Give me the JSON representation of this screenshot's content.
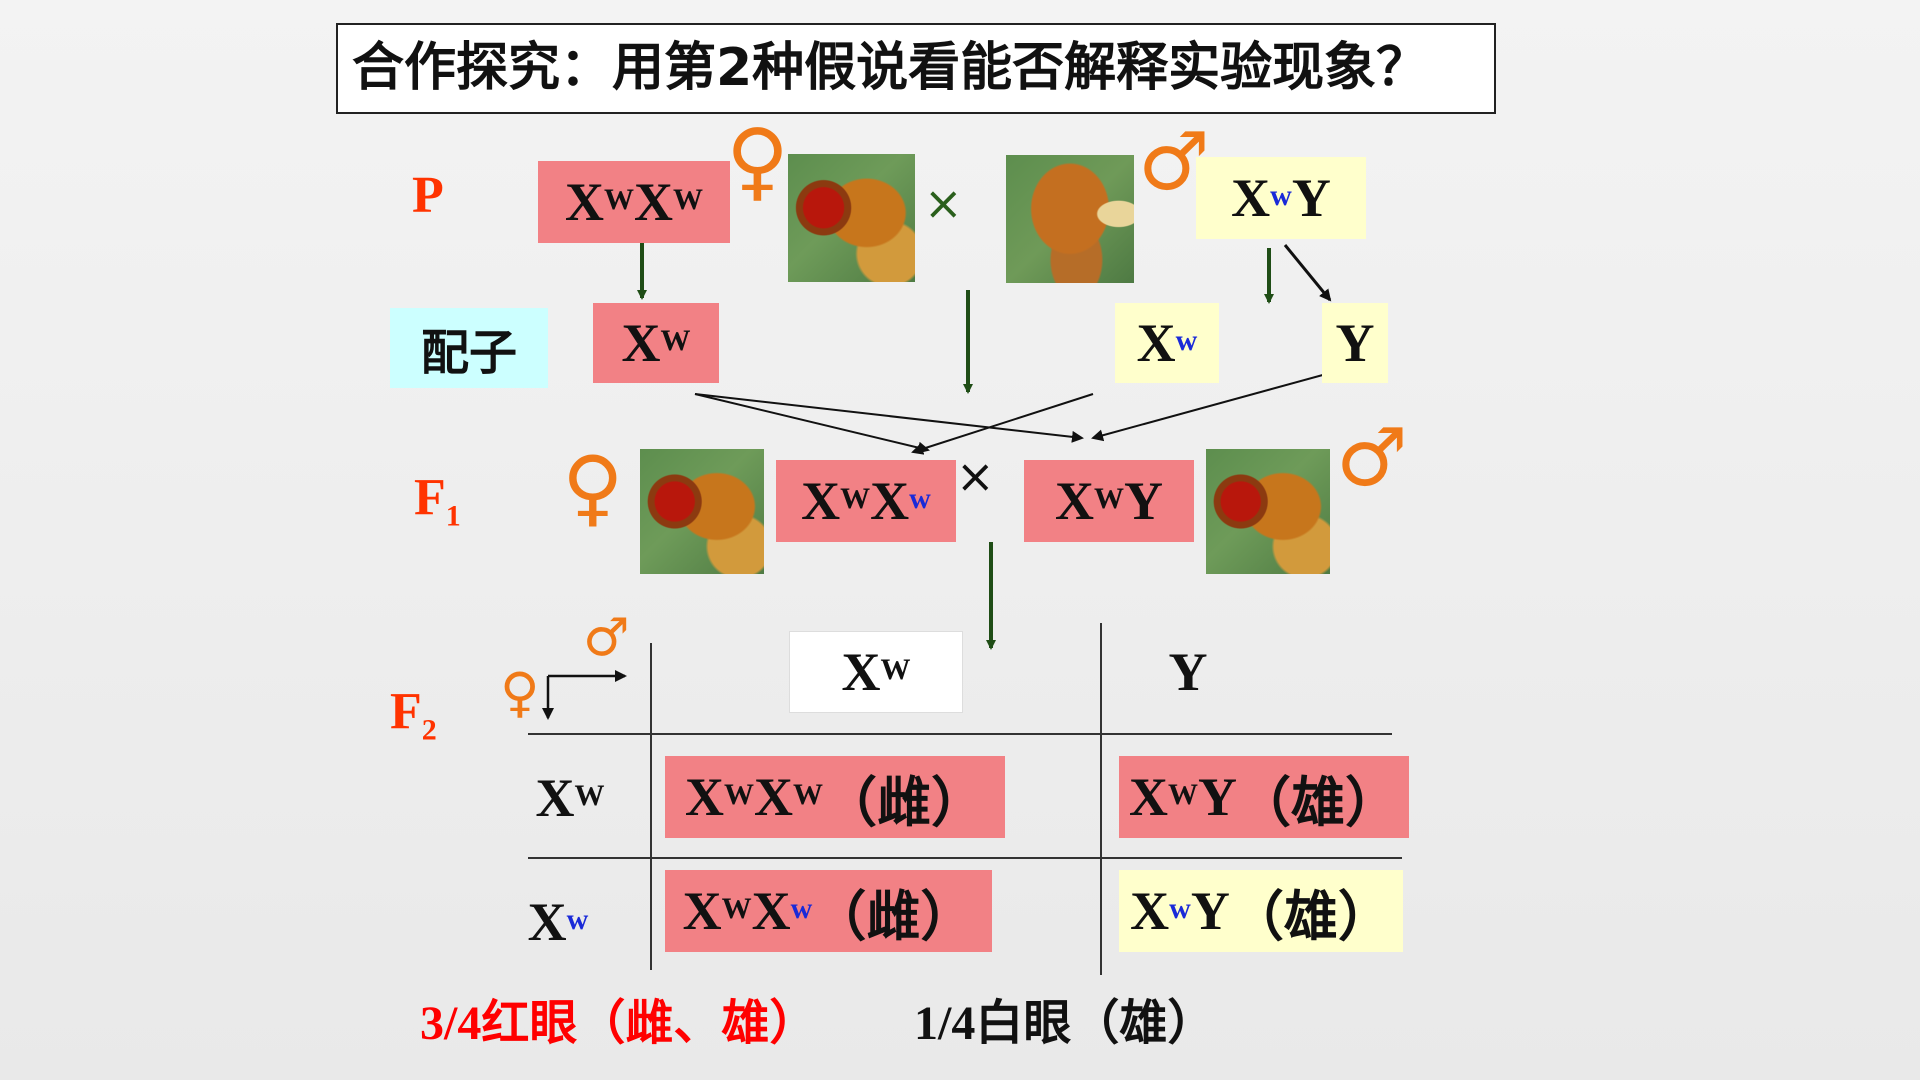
{
  "title": "合作探究：用第2种假说看能否解释实验现象？",
  "generations": {
    "p": "P",
    "f1": "F",
    "f1_sub": "1",
    "f2": "F",
    "f2_sub": "2"
  },
  "symbols": {
    "female": "♀",
    "male": "♂",
    "cross": "×"
  },
  "gamete_label": "配子",
  "gene": {
    "X": "X",
    "Y": "Y",
    "W": "W",
    "w": "w"
  },
  "sex_notes": {
    "female": "（雌）",
    "male": "（雄）"
  },
  "result": {
    "red_eye": "3/4红眼（雌、雄）",
    "white_eye": "1/4白眼（雄）"
  },
  "colors": {
    "dominant_box": "#f28185",
    "recessive_box": "#ffffcc",
    "generation_label": "#ff3300",
    "sex_symbol": "#f07a18",
    "recessive_allele": "#1a2ad8",
    "gamete_label_bg": "#ccffff"
  }
}
